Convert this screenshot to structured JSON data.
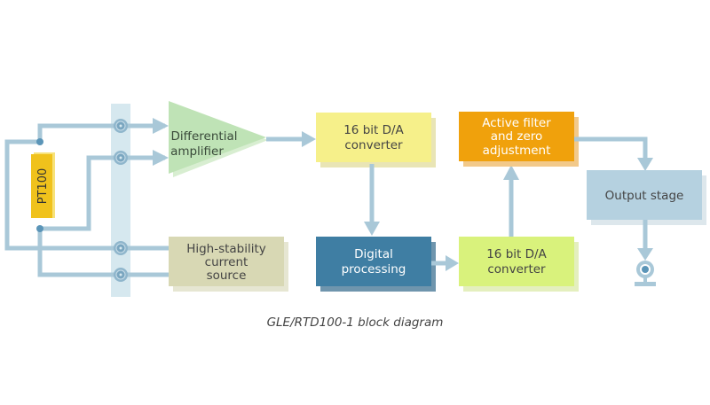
{
  "diagram": {
    "caption": "GLE/RTD100-1 block diagram",
    "colors": {
      "wire": "#a9c8d8",
      "terminal_strip": "#d6e8ef",
      "sensor": "#f0c21c",
      "amplifier": "#bfe3b6",
      "adc": "#f6f08a",
      "digital": "#3f7ea3",
      "dac": "#d9f27c",
      "filter": "#f0a10c",
      "output": "#b5d1e0",
      "current_source": "#d8d8b4",
      "node": "#5b95b8"
    },
    "blocks": {
      "sensor": {
        "label": "PT100"
      },
      "amplifier": {
        "line1": "Differential",
        "line2": "amplifier"
      },
      "adc": {
        "line1": "16 bit D/A",
        "line2": "converter"
      },
      "digital": {
        "line1": "Digital",
        "line2": "processing"
      },
      "dac": {
        "line1": "16 bit D/A",
        "line2": "converter"
      },
      "filter": {
        "line1": "Active filter",
        "line2": "and zero",
        "line3": "adjustment"
      },
      "output": {
        "line1": "Output stage"
      },
      "current_source": {
        "line1": "High-stability",
        "line2": "current",
        "line3": "source"
      }
    },
    "icons": {
      "terminal": "terminal-icon",
      "output_connector": "output-connector-icon"
    }
  }
}
